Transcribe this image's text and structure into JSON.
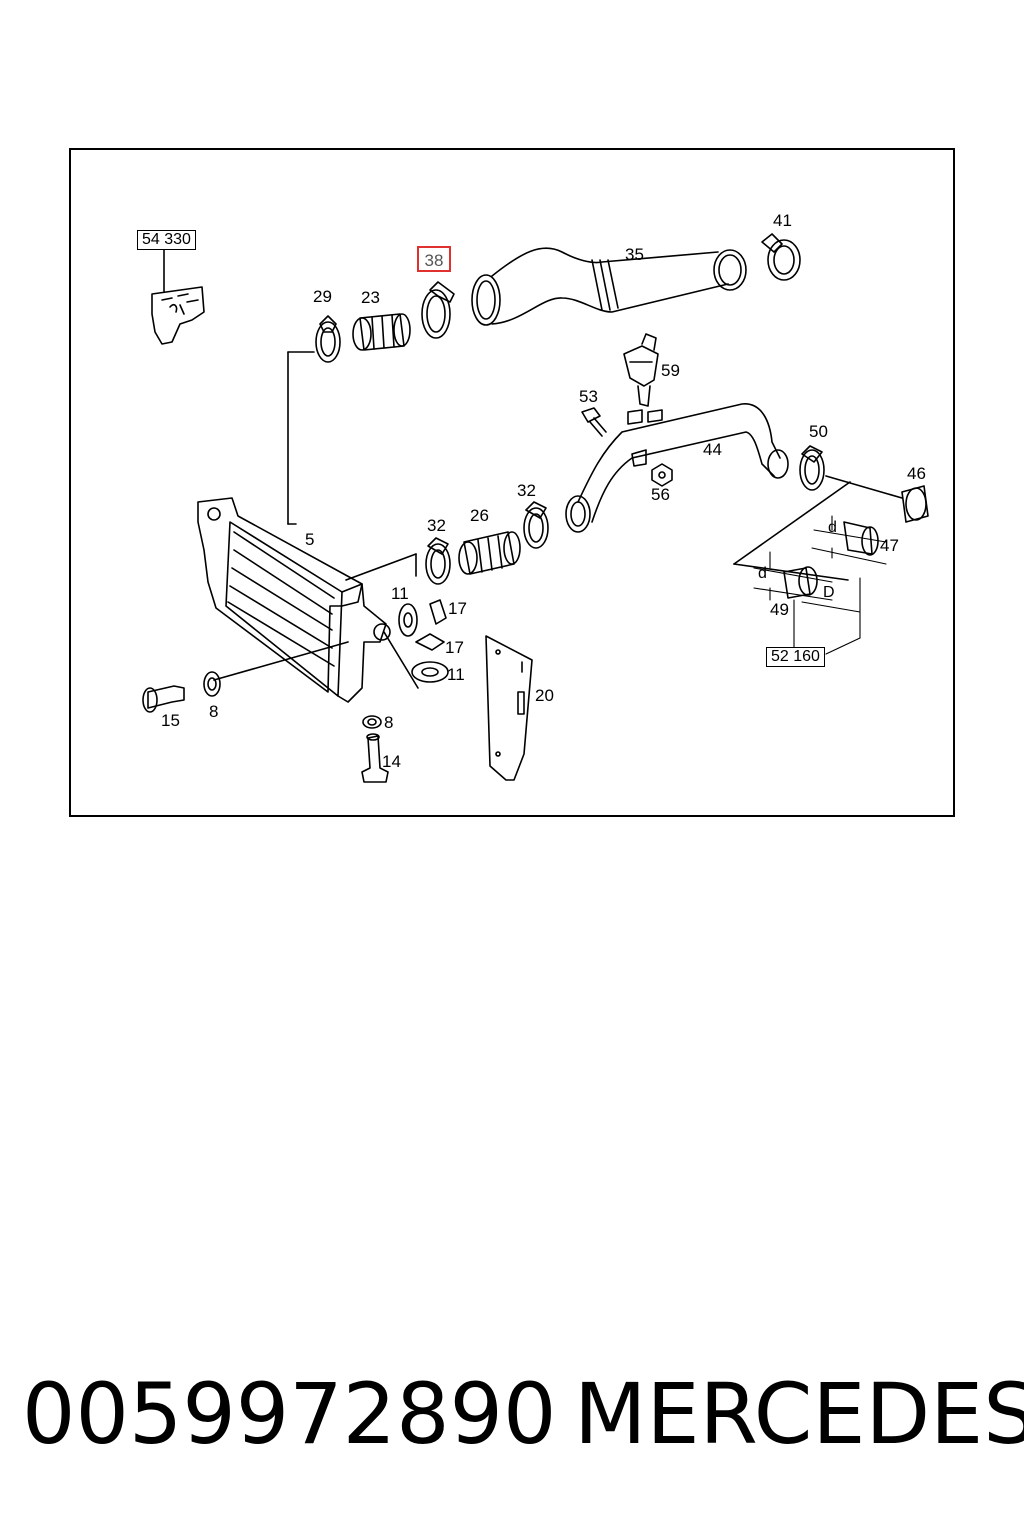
{
  "diagram": {
    "ref_boxes": {
      "upper": "54 330",
      "lower": "52 160"
    },
    "highlighted_part": "38",
    "callouts": {
      "c29": "29",
      "c23": "23",
      "c35": "35",
      "c41": "41",
      "c59": "59",
      "c53": "53",
      "c44": "44",
      "c50": "50",
      "c46": "46",
      "c56": "56",
      "c5": "5",
      "c32a": "32",
      "c26": "26",
      "c32b": "32",
      "c47": "47",
      "c11a": "11",
      "c17a": "17",
      "c17b": "17",
      "c11b": "11",
      "c49": "49",
      "c20": "20",
      "c15": "15",
      "c8a": "8",
      "c8b": "8",
      "c14": "14"
    },
    "dimension_labels": {
      "d_small_a": "d",
      "d_small_b": "d",
      "d_large": "D"
    }
  },
  "caption": {
    "part_number": "0059972890",
    "brand": "MERCEDES"
  }
}
